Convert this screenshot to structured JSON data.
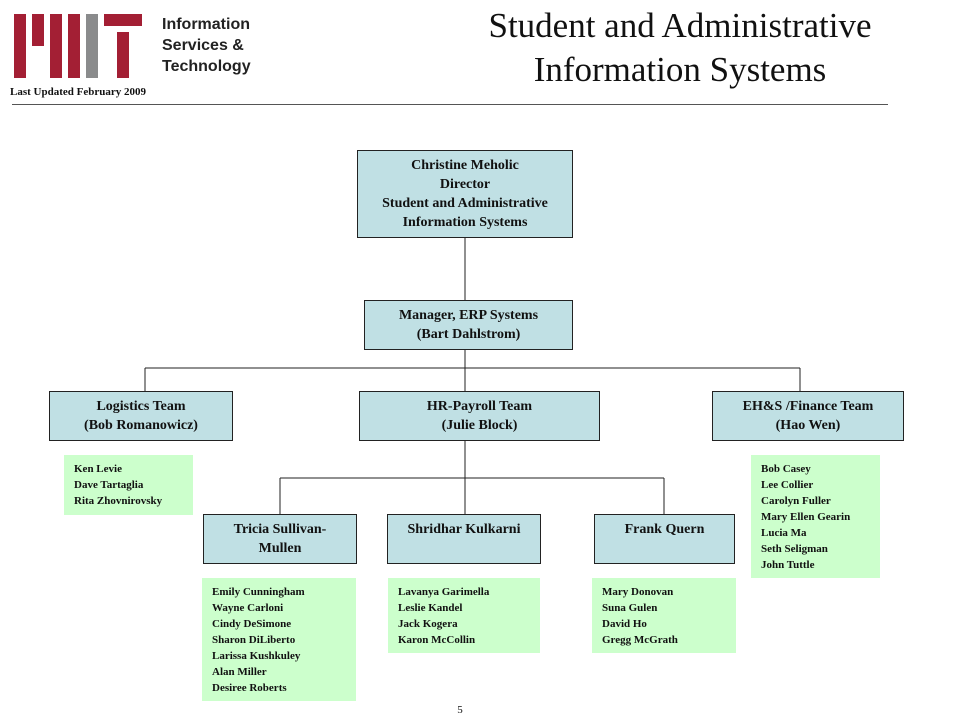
{
  "header": {
    "org_name_lines": [
      "Information",
      "Services &",
      "Technology"
    ],
    "last_updated": "Last Updated  February 2009",
    "title_lines": [
      "Student and Administrative",
      "Information  Systems"
    ]
  },
  "colors": {
    "logo_red": "#a31f34",
    "logo_gray": "#8a8b8c",
    "box_fill": "#c0e0e4",
    "staff_fill": "#ccffcc"
  },
  "org": {
    "director": [
      "Christine Meholic",
      "Director",
      "Student and Administrative",
      "Information Systems"
    ],
    "manager": [
      "Manager, ERP Systems",
      "(Bart Dahlstrom)"
    ],
    "logistics": {
      "lead": [
        "Logistics Team",
        "(Bob Romanowicz)"
      ],
      "staff": [
        "Ken Levie",
        "Dave Tartaglia",
        "Rita Zhovnirovsky"
      ]
    },
    "hr_payroll": {
      "lead": [
        "HR-Payroll Team",
        "(Julie Block)"
      ]
    },
    "finance": {
      "lead": [
        "EH&S /Finance Team",
        "(Hao Wen)"
      ],
      "staff": [
        "Bob Casey",
        "Lee Collier",
        "Carolyn Fuller",
        "Mary Ellen Gearin",
        "Lucia Ma",
        "Seth Seligman",
        "John Tuttle"
      ]
    },
    "tricia": {
      "lead": [
        "Tricia Sullivan-",
        "Mullen"
      ],
      "staff": [
        "Emily Cunningham",
        "Wayne Carloni",
        "Cindy DeSimone",
        "Sharon DiLiberto",
        "Larissa Kushkuley",
        "Alan Miller",
        "Desiree Roberts"
      ]
    },
    "shridhar": {
      "lead": [
        "Shridhar Kulkarni"
      ],
      "staff": [
        "Lavanya Garimella",
        "Leslie Kandel",
        "Jack Kogera",
        "Karon McCollin"
      ]
    },
    "frank": {
      "lead": [
        "Frank Quern"
      ],
      "staff": [
        "Mary Donovan",
        "Suna Gulen",
        "David Ho",
        "Gregg McGrath"
      ]
    }
  },
  "page_number": "5"
}
